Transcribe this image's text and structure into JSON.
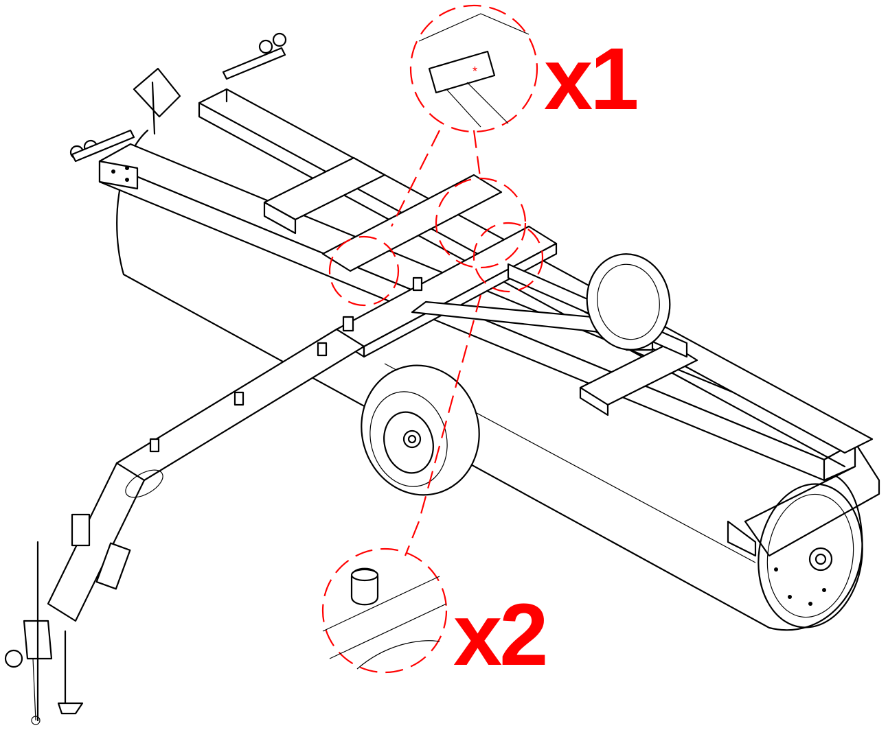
{
  "diagram": {
    "callouts": [
      {
        "id": "top-detail",
        "multiplier": "x1",
        "marker": "*"
      },
      {
        "id": "bottom-detail",
        "multiplier": "x2",
        "marker": "*"
      }
    ]
  },
  "colors": {
    "callout": "#ff0000",
    "line": "#000000",
    "background": "#ffffff"
  }
}
